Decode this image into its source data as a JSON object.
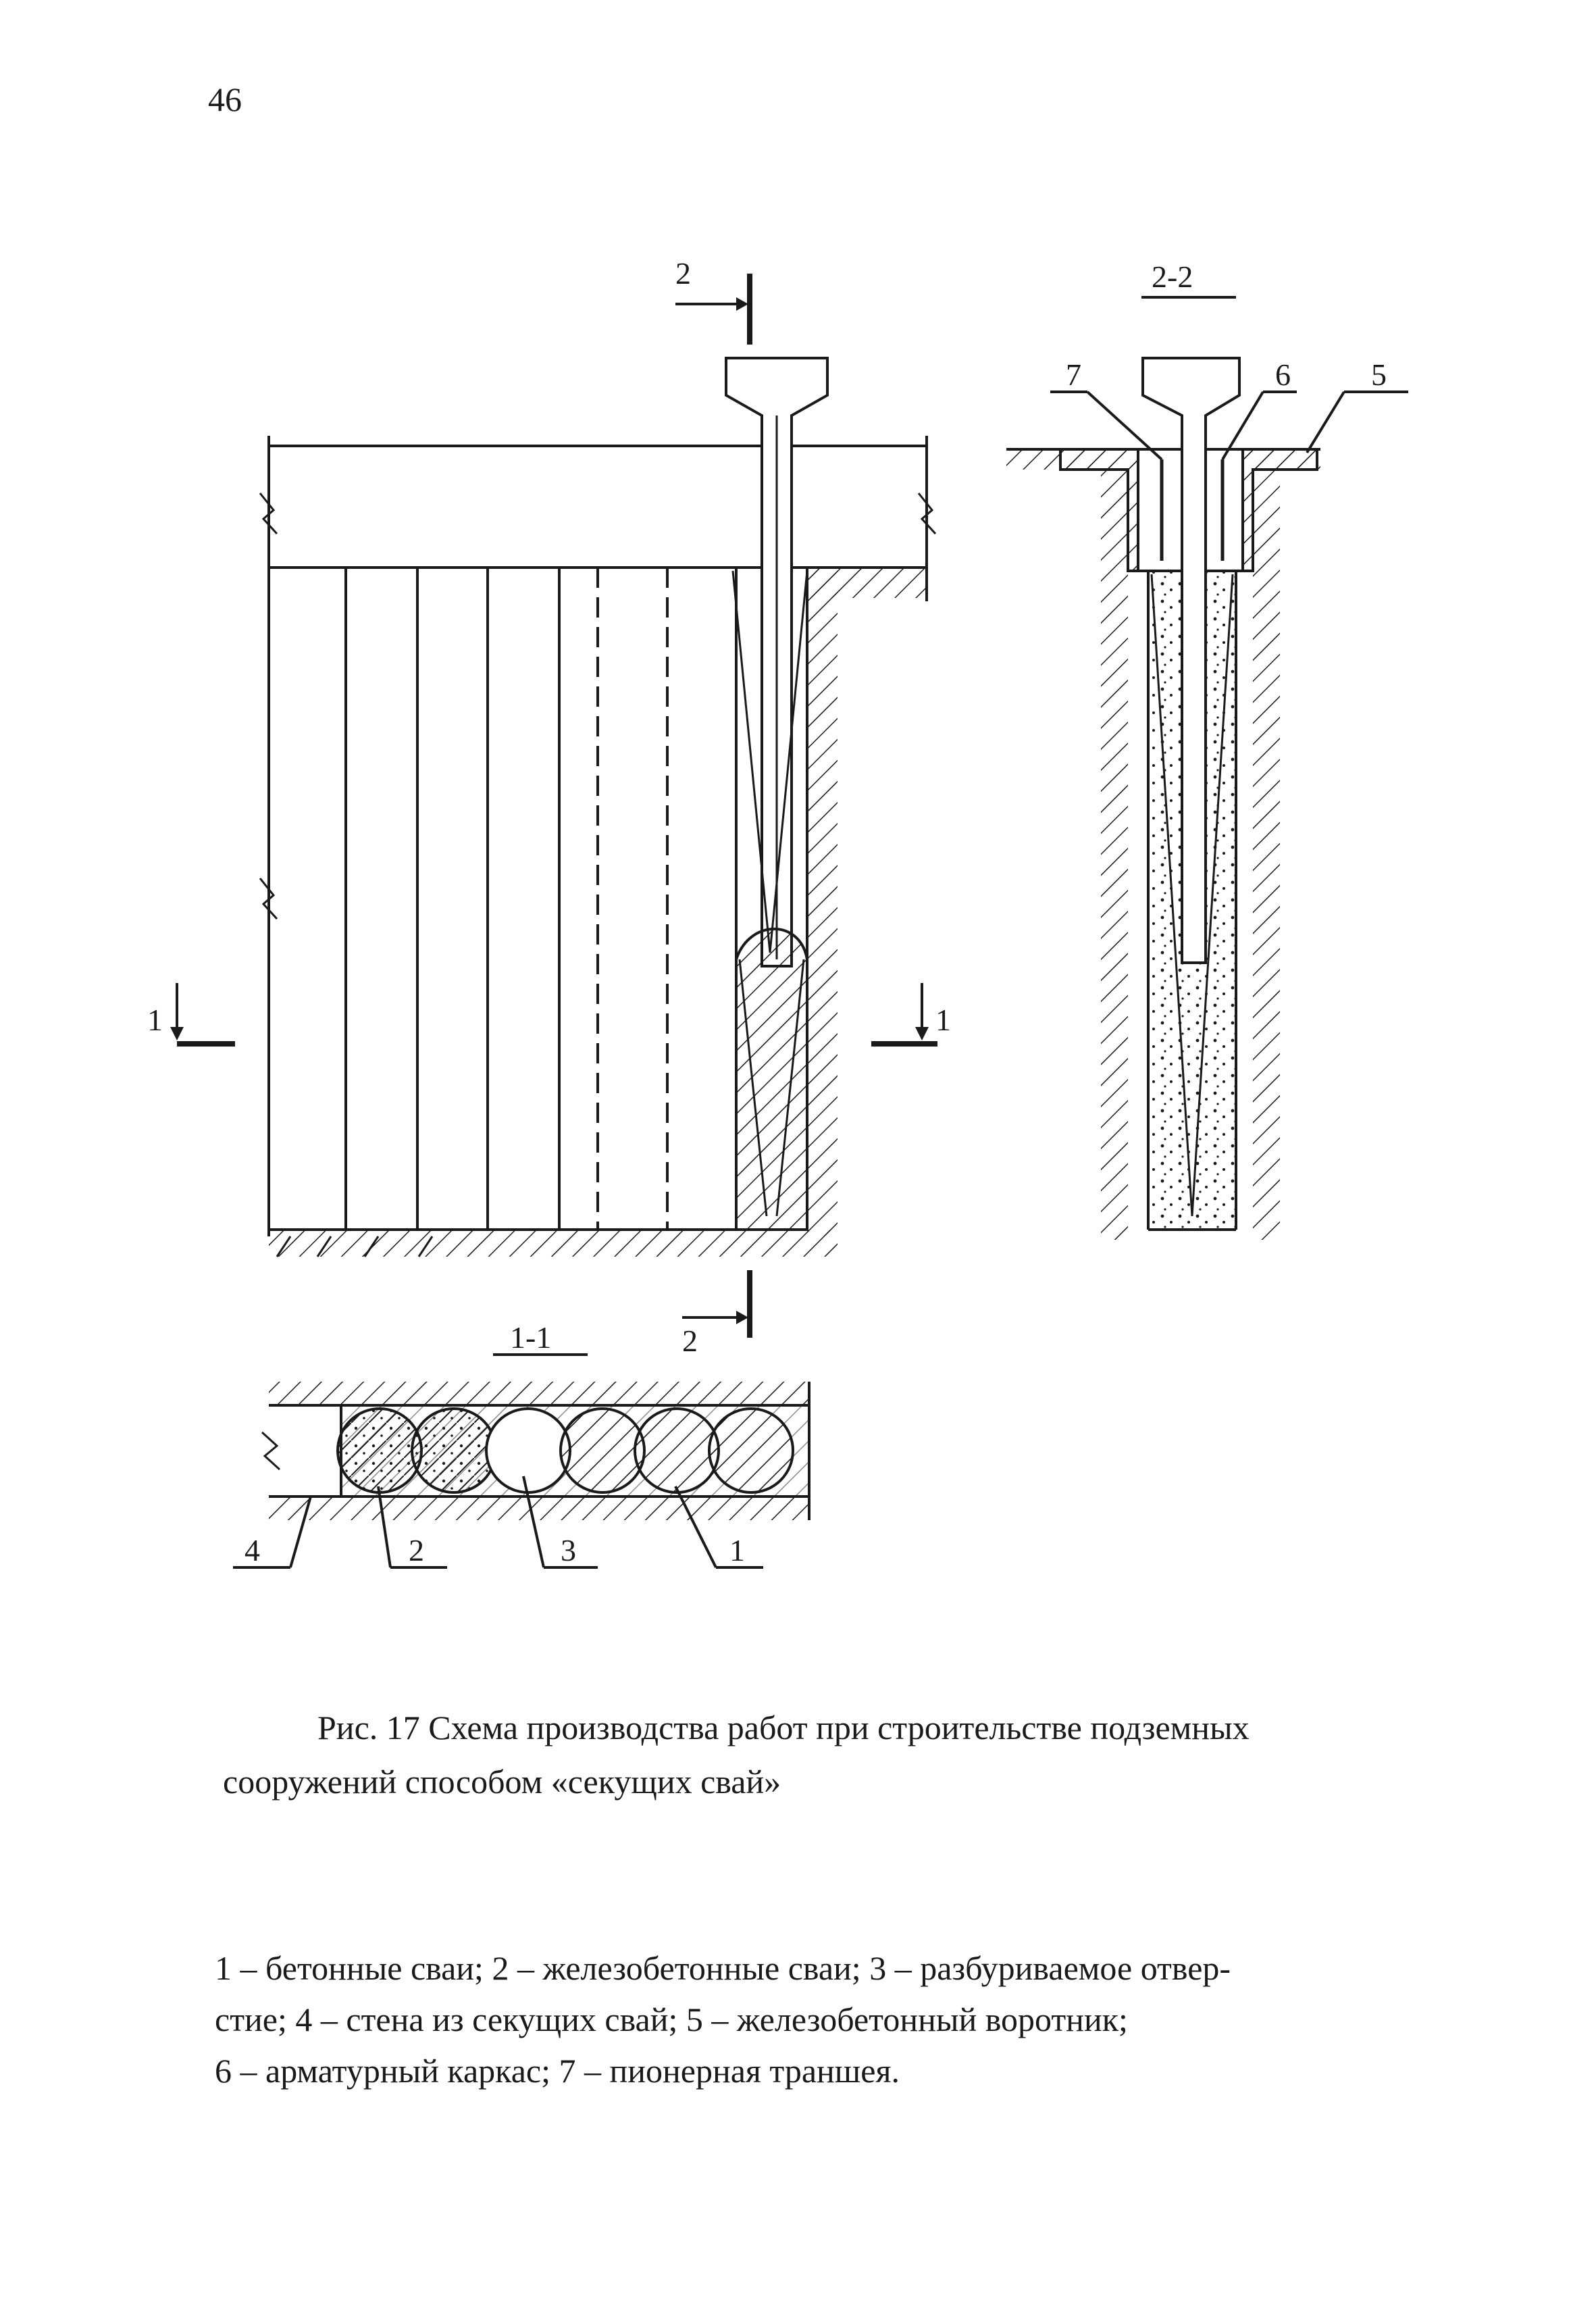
{
  "page": {
    "number": "46"
  },
  "figure": {
    "section_labels": {
      "s22_title": "2-2",
      "s11_title": "1-1",
      "cut2_top": "2",
      "cut2_bottom": "2",
      "cut1_left": "1",
      "cut1_right": "1"
    },
    "callouts": {
      "c1": "1",
      "c2": "2",
      "c3": "3",
      "c4": "4",
      "c5": "5",
      "c6": "6",
      "c7": "7"
    }
  },
  "caption": {
    "line1": "Рис. 17  Схема производства работ при строительстве подземных",
    "line2": "сооружений способом «секущих свай»"
  },
  "legend": {
    "line1": "1 – бетонные сваи; 2 – железобетонные сваи; 3 – разбуриваемое отвер-",
    "line2": "стие; 4 – стена из секущих свай; 5 – железобетонный воротник;",
    "line3": "6 – арматурный каркас; 7 – пионерная траншея."
  },
  "colors": {
    "ink": "#1a1a1a",
    "paper": "#ffffff"
  }
}
